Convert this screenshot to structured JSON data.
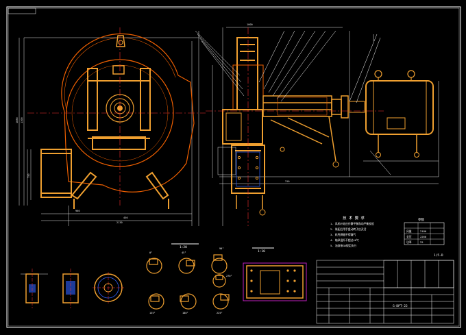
{
  "drawing": {
    "sheet_label": "1/5-D",
    "drawing_number": "G-DPT-22",
    "tech_requirements_title": "技 术 要 求",
    "section_scale_title": "1:20",
    "section_a_title": "1:10",
    "colors": {
      "background": "#000000",
      "border": "#ffffff",
      "body": "#f0a030",
      "casing": "#f06000",
      "centerline": "#ff3030",
      "dimension": "#e8e8e8",
      "hatch": "#3060ff",
      "highlight": "#c020c0",
      "leader": "#ffffff"
    },
    "dimension_labels": [
      "1880",
      "1300",
      "750",
      "960",
      "2130",
      "450",
      "1000",
      "310"
    ],
    "tech_notes": [
      "1. 风机叶轮应作静平衡和动平衡校验",
      "2. 装配后用手盘动转子应灵活",
      "3. 机壳焊缝不得漏气",
      "4. 轴承温升不超过40℃",
      "5. 油漆按GB规定执行"
    ],
    "params_table": {
      "title": "参数",
      "rows": [
        [
          "风量",
          "2180"
        ],
        [
          "全压",
          "2260"
        ],
        [
          "功率",
          "22"
        ]
      ]
    },
    "rotation_views": [
      "0°",
      "45°",
      "90°",
      "135°",
      "180°",
      "225°",
      "270°"
    ]
  }
}
